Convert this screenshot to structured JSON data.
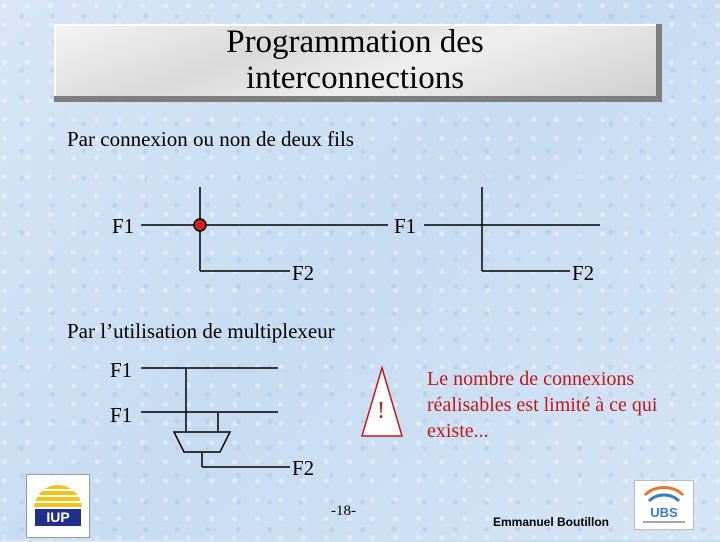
{
  "title": "Programmation des interconnections",
  "section1_heading": "Par connexion ou non de deux fils",
  "section2_heading": "Par l’utilisation de multiplexeur",
  "diagram1": {
    "f1_left": "F1",
    "f1_right": "F1",
    "f2": "F2"
  },
  "diagram2": {
    "f1_left": "F1",
    "f1_right": "F1",
    "f2": "F2"
  },
  "diagram3": {
    "f1_top": "F1",
    "f1_bottom": "F1",
    "f2": "F2"
  },
  "warning_symbol": "!",
  "warning_text": "Le nombre de connexions réalisables est limité à ce qui existe...",
  "page_number": "-18-",
  "author": "Emmanuel Boutillon",
  "logo_left_text": "IUP",
  "logo_right_text": "UBS",
  "colors": {
    "connection_dot": "#d01f25",
    "warning": "#c0171b",
    "wire": "#000000"
  }
}
